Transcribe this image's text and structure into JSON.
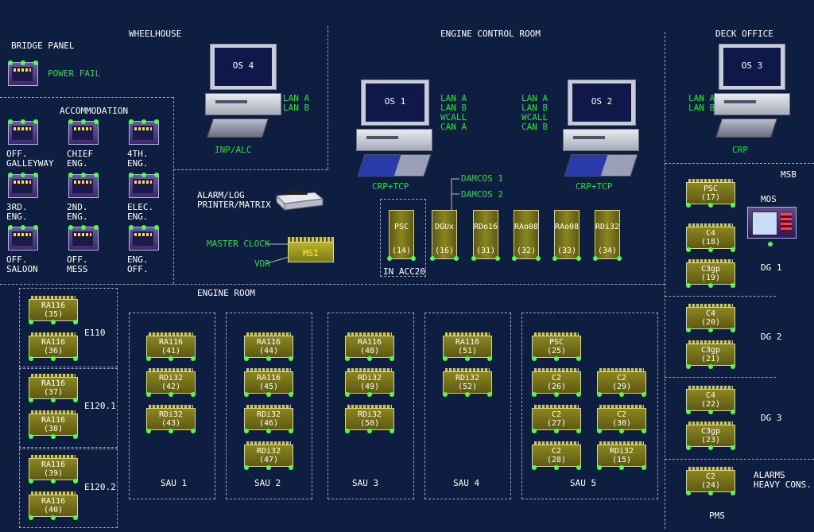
{
  "sections": {
    "wheelhouse": "WHEELHOUSE",
    "engine_control_room": "ENGINE CONTROL ROOM",
    "deck_office": "DECK OFFICE",
    "bridge_panel": "BRIDGE PANEL",
    "accommodation": "ACCOMMODATION",
    "engine_room": "ENGINE ROOM",
    "msb": "MSB"
  },
  "bridge": {
    "power_fail": "POWER FAIL"
  },
  "accommodation_panels": [
    {
      "label": "OFF.\nGALLEYWAY"
    },
    {
      "label": "CHIEF\nENG."
    },
    {
      "label": "4TH.\nENG."
    },
    {
      "label": "3RD.\nENG."
    },
    {
      "label": "2ND.\nENG."
    },
    {
      "label": "ELEC.\nENG."
    },
    {
      "label": "OFF.\nSALOON"
    },
    {
      "label": "OFF.\nMESS"
    },
    {
      "label": "ENG.\nOFF."
    }
  ],
  "workstations": {
    "os4": {
      "name": "OS 4",
      "lan": "LAN A\nLAN B",
      "caption": "INP/ALC"
    },
    "os1": {
      "name": "OS 1",
      "lan": "LAN A\nLAN B\nWCALL\nCAN A",
      "caption": "CRP+TCP"
    },
    "os2": {
      "name": "OS 2",
      "lan": "LAN A\nLAN B\nWCALL\nCAN B",
      "caption": "CRP+TCP"
    },
    "os3": {
      "name": "OS 3",
      "lan": "LAN A\nLAN B",
      "caption": "CRP"
    }
  },
  "damcos": {
    "d1": "DAMCOS 1",
    "d2": "DAMCOS 2"
  },
  "printer_label": "ALARM/LOG\nPRINTER/MATRIX",
  "master_clock": "MASTER CLOCK",
  "vdr": "VDR",
  "msi": "MSI",
  "ecr_modules": [
    {
      "name": "PSC",
      "num": "(14)"
    },
    {
      "name": "DGUx",
      "num": "(16)"
    },
    {
      "name": "RDo16",
      "num": "(31)"
    },
    {
      "name": "RAo08",
      "num": "(32)"
    },
    {
      "name": "RAo08",
      "num": "(33)"
    },
    {
      "name": "RDi32",
      "num": "(34)"
    }
  ],
  "in_acc20": "IN ACC20",
  "mos": "MOS",
  "er_left": {
    "e110": "E110",
    "e1201": "E120.1",
    "e1202": "E120.2",
    "modules": [
      {
        "name": "RA116",
        "num": "(35)"
      },
      {
        "name": "RA116",
        "num": "(36)"
      },
      {
        "name": "RA116",
        "num": "(37)"
      },
      {
        "name": "RA116",
        "num": "(38)"
      },
      {
        "name": "RA116",
        "num": "(39)"
      },
      {
        "name": "RA116",
        "num": "(40)"
      }
    ]
  },
  "sau1": {
    "label": "SAU 1",
    "modules": [
      {
        "name": "RA116",
        "num": "(41)"
      },
      {
        "name": "RDi32",
        "num": "(42)"
      },
      {
        "name": "RDi32",
        "num": "(43)"
      }
    ]
  },
  "sau2": {
    "label": "SAU 2",
    "modules": [
      {
        "name": "RA116",
        "num": "(44)"
      },
      {
        "name": "RA116",
        "num": "(45)"
      },
      {
        "name": "RDi32",
        "num": "(46)"
      },
      {
        "name": "RDi32",
        "num": "(47)"
      }
    ]
  },
  "sau3": {
    "label": "SAU 3",
    "modules": [
      {
        "name": "RA116",
        "num": "(48)"
      },
      {
        "name": "RDi32",
        "num": "(49)"
      },
      {
        "name": "RDi32",
        "num": "(50)"
      }
    ]
  },
  "sau4": {
    "label": "SAU 4",
    "modules": [
      {
        "name": "RA116",
        "num": "(51)"
      },
      {
        "name": "RDi32",
        "num": "(52)"
      }
    ]
  },
  "sau5": {
    "label": "SAU 5",
    "modules": [
      {
        "name": "PSC",
        "num": "(25)"
      },
      {
        "name": "C2",
        "num": "(26)"
      },
      {
        "name": "C2",
        "num": "(27)"
      },
      {
        "name": "C2",
        "num": "(28)"
      },
      {
        "name": "C2",
        "num": "(29)"
      },
      {
        "name": "C2",
        "num": "(30)"
      },
      {
        "name": "RDi32",
        "num": "(15)"
      }
    ]
  },
  "right": {
    "dg1": "DG 1",
    "dg2": "DG 2",
    "dg3": "DG 3",
    "alarms": "ALARMS\nHEAVY CONS.",
    "pms": "PMS",
    "modules": [
      {
        "name": "PSC",
        "num": "(17)"
      },
      {
        "name": "C4",
        "num": "(18)"
      },
      {
        "name": "C3gp",
        "num": "(19)"
      },
      {
        "name": "C4",
        "num": "(20)"
      },
      {
        "name": "C3gp",
        "num": "(21)"
      },
      {
        "name": "C4",
        "num": "(22)"
      },
      {
        "name": "C3gp",
        "num": "(23)"
      },
      {
        "name": "C2",
        "num": "(24)"
      }
    ]
  },
  "colors": {
    "background": "#0e1e40",
    "accent_green": "#22dd44",
    "module": "#8b8620"
  }
}
